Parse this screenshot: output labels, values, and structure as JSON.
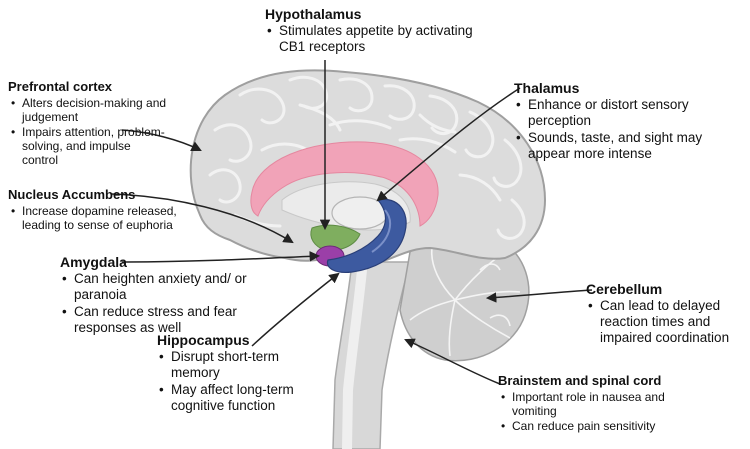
{
  "regions": {
    "hypothalamus": {
      "title": "Hypothalamus",
      "effects": [
        "Stimulates appetite by activating CB1 receptors"
      ]
    },
    "prefrontal_cortex": {
      "title": "Prefrontal cortex",
      "effects": [
        "Alters decision-making and judgement",
        "Impairs attention, problem-solving, and impulse control"
      ]
    },
    "thalamus": {
      "title": "Thalamus",
      "effects": [
        "Enhance or distort sensory perception",
        "Sounds, taste, and sight may appear more intense"
      ]
    },
    "nucleus_accumbens": {
      "title": "Nucleus Accumbens",
      "effects": [
        "Increase dopamine released, leading to sense of euphoria"
      ]
    },
    "amygdala": {
      "title": "Amygdala",
      "effects": [
        "Can heighten anxiety and/ or paranoia",
        "Can reduce stress and fear responses as well"
      ]
    },
    "cerebellum": {
      "title": "Cerebellum",
      "effects": [
        "Can lead to delayed reaction times and impaired coordination"
      ]
    },
    "hippocampus": {
      "title": "Hippocampus",
      "effects": [
        "Disrupt short-term memory",
        "May affect long-term cognitive function"
      ]
    },
    "brainstem": {
      "title": "Brainstem and spinal cord",
      "effects": [
        "Important role in nausea and vomiting",
        "Can reduce pain sensitivity"
      ]
    }
  },
  "colors": {
    "cortex": "#dcdcdc",
    "cortex_outline": "#a9a9a9",
    "corpus_callosum": "#f1a3b8",
    "nucleus_accumbens": "#7fae5f",
    "amygdala": "#9b3fa8",
    "hippocampus": "#3d5aa0",
    "cerebellum": "#cfcfcf",
    "brainstem": "#d8d8d8",
    "arrow": "#222222"
  }
}
